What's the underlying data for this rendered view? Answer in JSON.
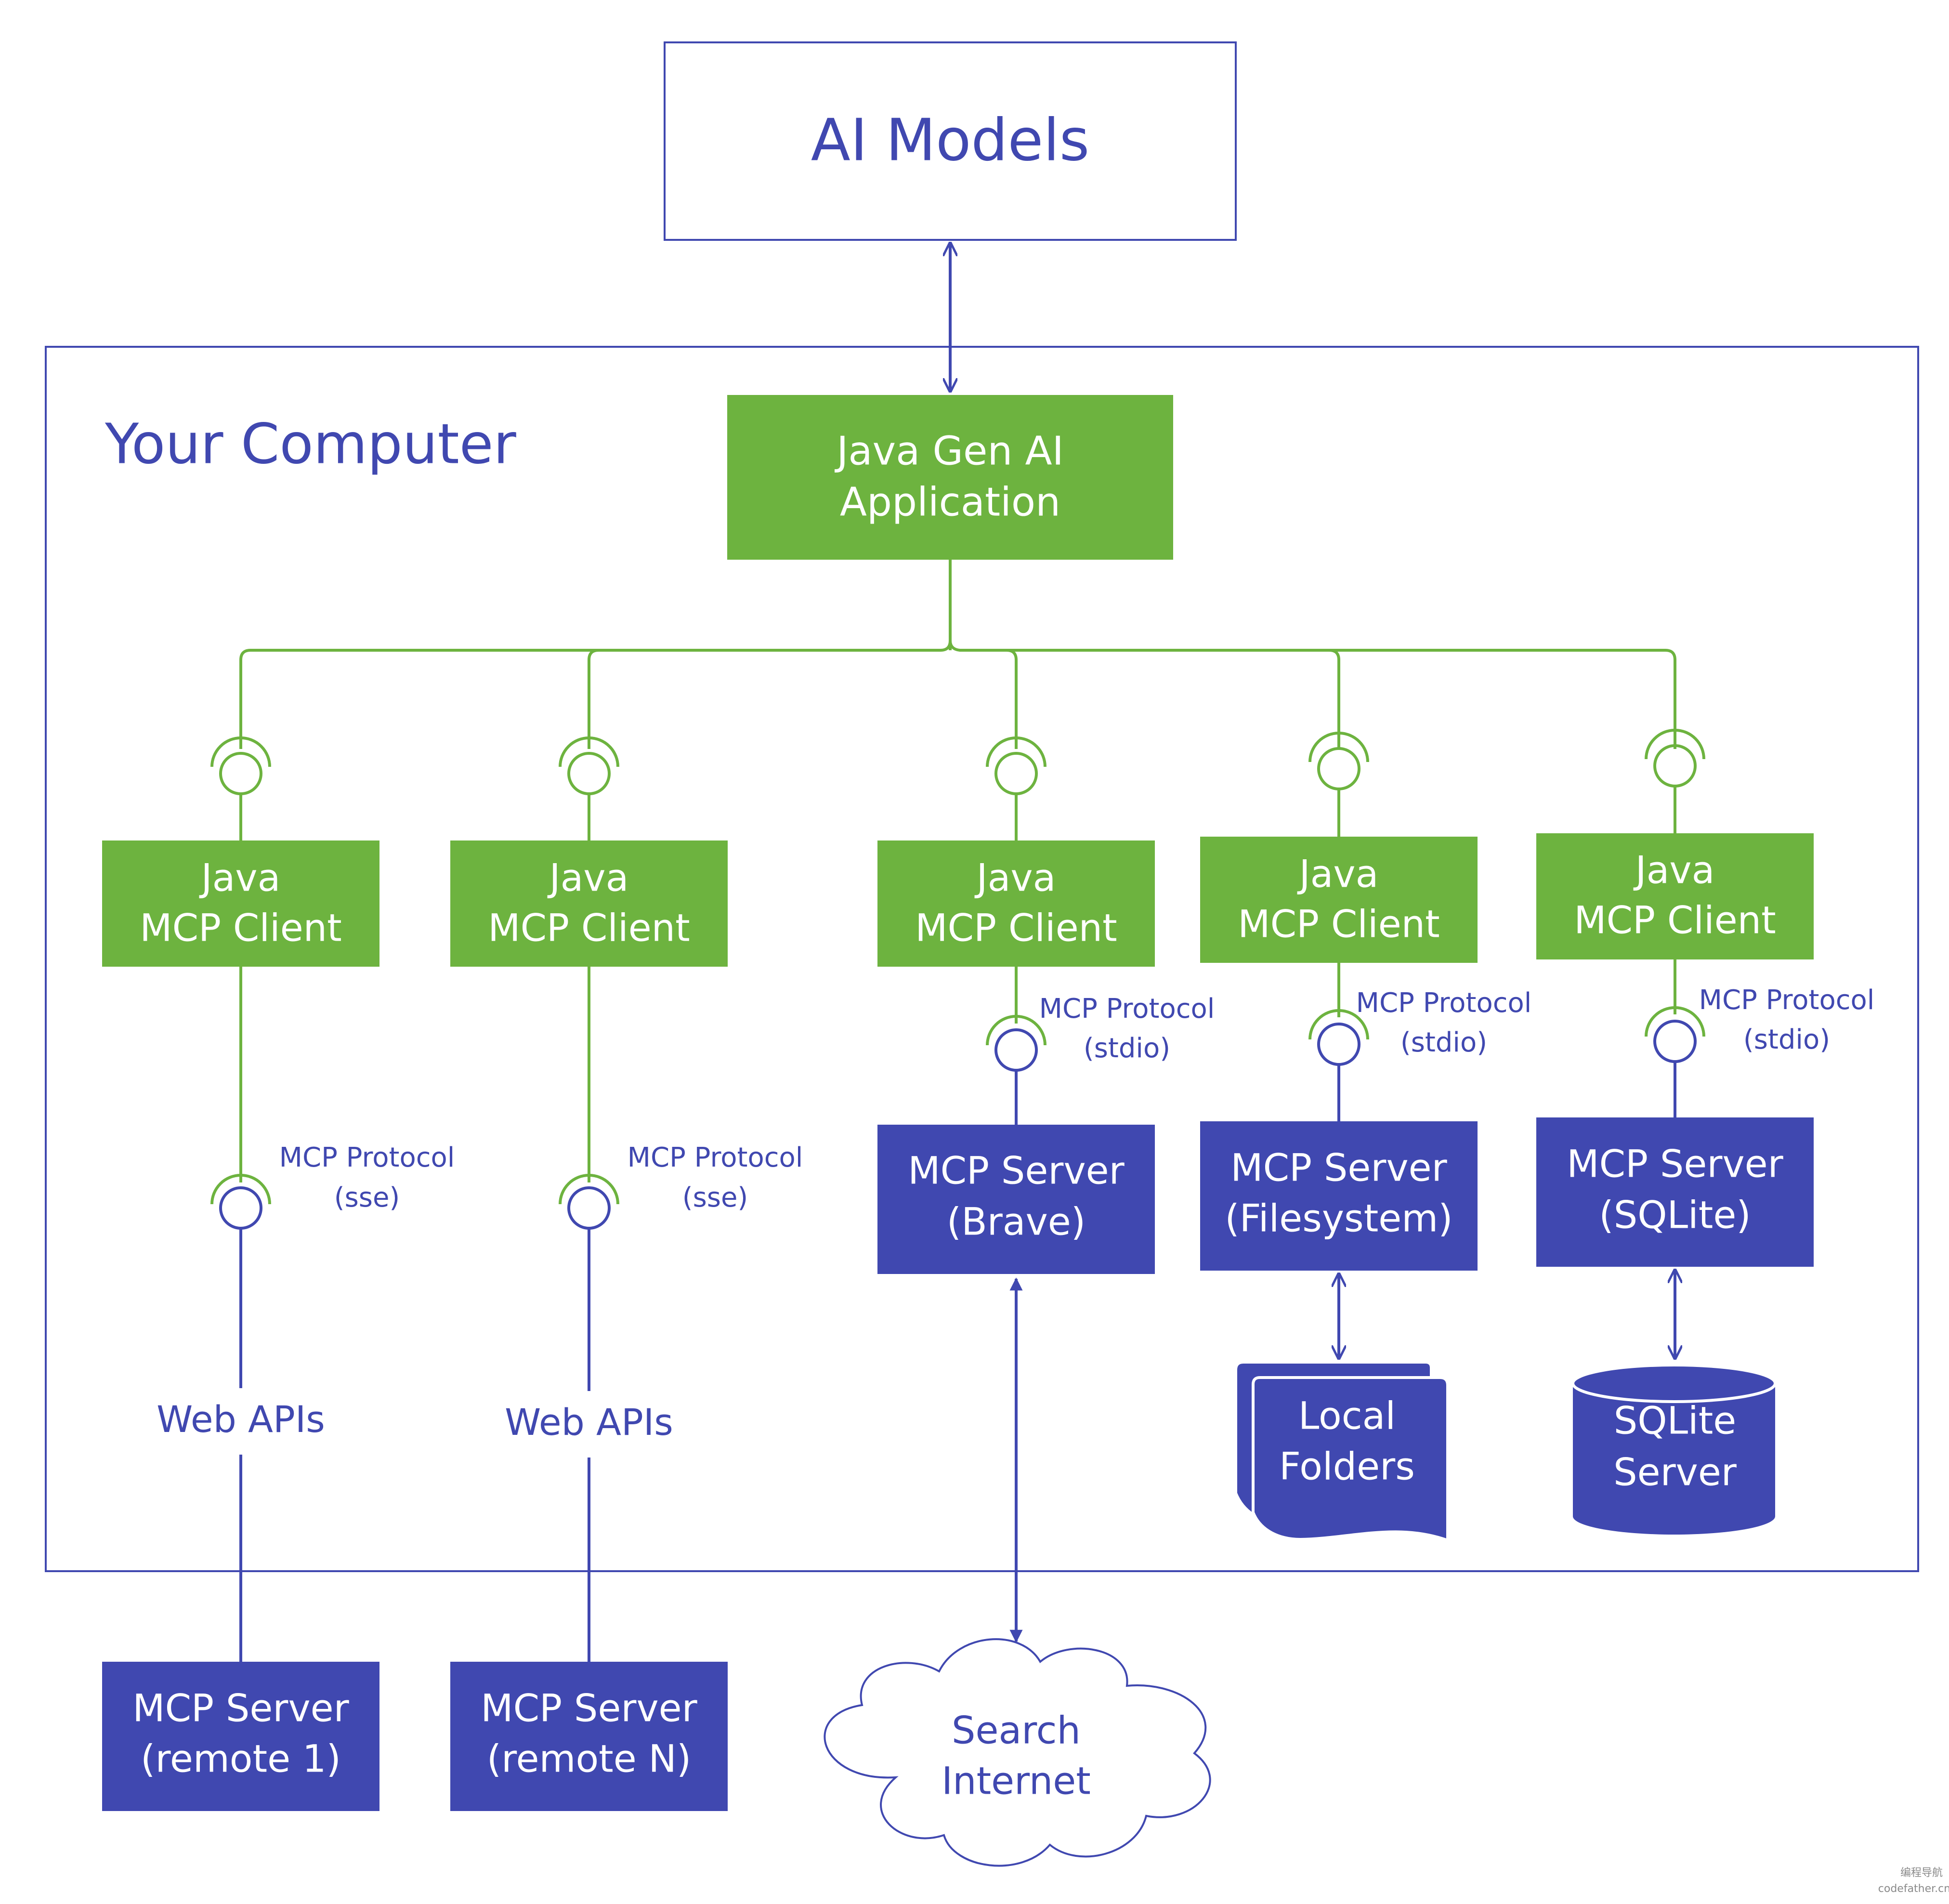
{
  "ai_models": {
    "label": "AI Models"
  },
  "computer": {
    "label": "Your Computer"
  },
  "application": {
    "line1": "Java Gen AI",
    "line2": "Application"
  },
  "clients": [
    {
      "line1": "Java",
      "line2": "MCP Client"
    },
    {
      "line1": "Java",
      "line2": "MCP Client"
    },
    {
      "line1": "Java",
      "line2": "MCP Client"
    },
    {
      "line1": "Java",
      "line2": "MCP Client"
    },
    {
      "line1": "Java",
      "line2": "MCP Client"
    }
  ],
  "protocols": [
    {
      "line1": "MCP Protocol",
      "line2": "(sse)"
    },
    {
      "line1": "MCP Protocol",
      "line2": "(sse)"
    },
    {
      "line1": "MCP Protocol",
      "line2": "(stdio)"
    },
    {
      "line1": "MCP Protocol",
      "line2": "(stdio)"
    },
    {
      "line1": "MCP Protocol",
      "line2": "(stdio)"
    }
  ],
  "web_apis": [
    "Web APIs",
    "Web APIs"
  ],
  "local_servers": [
    {
      "line1": "MCP Server",
      "line2": "(Brave)"
    },
    {
      "line1": "MCP Server",
      "line2": "(Filesystem)"
    },
    {
      "line1": "MCP Server",
      "line2": "(SQLite)"
    }
  ],
  "remote_servers": [
    {
      "line1": "MCP Server",
      "line2": "(remote 1)"
    },
    {
      "line1": "MCP Server",
      "line2": "(remote N)"
    }
  ],
  "local_folders": {
    "line1": "Local",
    "line2": "Folders"
  },
  "sqlite_db": {
    "line1": "SQLite",
    "line2": "Server"
  },
  "internet": {
    "line1": "Search",
    "line2": "Internet"
  },
  "watermark": {
    "line1": "编程导航",
    "line2": "codefather.cn"
  },
  "colors": {
    "green": "#6DB33F",
    "blue": "#4048B0",
    "background": "#FFFFFF"
  }
}
